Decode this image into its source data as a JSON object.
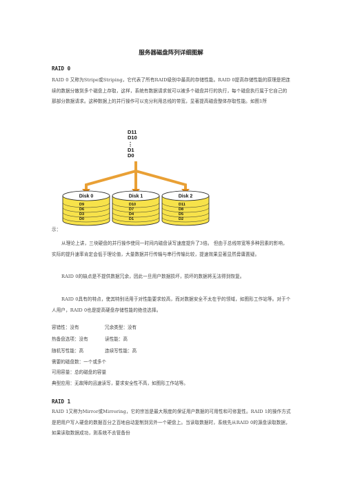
{
  "title": "服务器磁盘阵列详细图解",
  "raid0": {
    "heading": "RAID 0",
    "para1": "RAID 0 又称为Stripe或Striping，它代表了所有RAID级别中最高的存储性能。RAID 0提高存储性能的原理是把连续的数据分散到多个磁盘上存取，这样，系统有数据请求就可以被多个磁盘并行的执行，每个磁盘执行属于它自己的那部分数据请求。这种数据上的并行操作可以充分利用总线的带宽，显著提高磁盘整体存取性能。如图1所",
    "caption": "示：",
    "para2": "从理论上讲，三块硬盘的并行操作使同一时间内磁盘读写速度提升了3倍。 但由于总线带宽等多种因素的影响，实际的提升速率肯定会低于理论值，大量数据并行传输与串行传输比较，提速效果显著显然毋庸置疑。",
    "para3": "RAID 0的缺点是不提供数据冗余，因此一旦用户数据损坏，损坏的数据将无法得到恢复。",
    "para4": "RAID 0具有的特点，使其特别适用于对性能要求较高，而对数据安全不太在乎的领域，如图形工作站等。对于个人用户，RAID 0也是提高硬盘存储性能的绝佳选择。",
    "props": [
      {
        "a": "容错性：没有",
        "b": "冗余类型：没有"
      },
      {
        "a": "热备盘选项：没有",
        "b": "读性能：高"
      },
      {
        "a": "随机写性能：高",
        "b": "连续写性能：高"
      }
    ],
    "need": "需要的磁盘数：一个或多个",
    "capacity": "可用容量：总的磁盘的容量",
    "typical": "典型应用：无故障的迅速读写，要求安全性不高，如图形工作站等。"
  },
  "raid1": {
    "heading": "RAID 1",
    "para1": "RAID 1又称为Mirror或Mirroring，它的宗旨是最大限度的保证用户数据的可用性和可修复性。RAID 1的操作方式是把用户写入硬盘的数据百分之百地自动复制到另外一个硬盘上。当读取数据时，系统先从RAID 0的源盘读取数据，如果读取数据成功，则系统不去管备份"
  },
  "diagram": {
    "stack": [
      "D11",
      "D10",
      "⋮",
      "D1",
      "D0"
    ],
    "disks": [
      {
        "label": "Disk 0",
        "blocks": [
          "D9",
          "D6",
          "D3",
          "D0"
        ]
      },
      {
        "label": "Disk 1",
        "blocks": [
          "D10",
          "D7",
          "D4",
          "D1"
        ]
      },
      {
        "label": "Disk 2",
        "blocks": [
          "D11",
          "D8",
          "D5",
          "D2"
        ]
      }
    ]
  }
}
